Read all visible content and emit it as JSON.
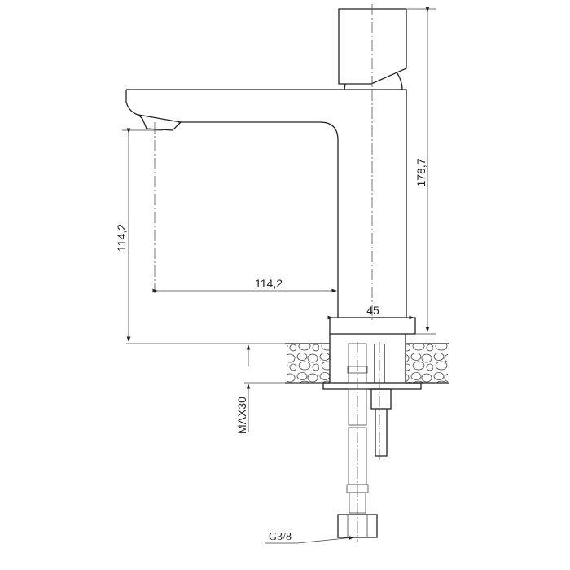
{
  "dimensions": {
    "total_height": "178,7",
    "spout_height": "114,2",
    "spout_reach": "114,2",
    "base_diameter": "45",
    "max_counter_thickness": "MAX30",
    "connection_thread": "G3/8"
  }
}
